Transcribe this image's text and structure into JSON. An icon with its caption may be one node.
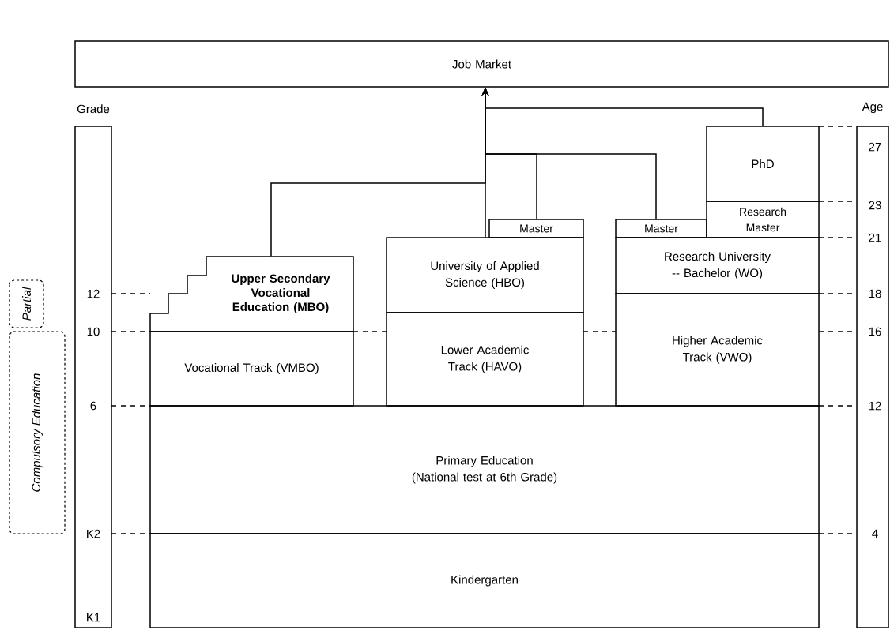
{
  "diagram": {
    "nodes": [
      {
        "text": [
          "Job Market"
        ]
      },
      {
        "text": [
          "Grade"
        ]
      },
      {
        "text": [
          "Age"
        ]
      },
      {
        "text": [
          "Partial"
        ]
      },
      {
        "text": [
          "Compulsory Education"
        ]
      },
      {
        "text": [
          "Upper Secondary Vocational Education (MBO)"
        ]
      },
      {
        "text": [
          "Vocational Track (VMBO)"
        ]
      },
      {
        "text": [
          "University of Applied Science (HBO)"
        ]
      },
      {
        "text": [
          "Master"
        ]
      },
      {
        "text": [
          "Lower Academic Track (HAVO)"
        ]
      },
      {
        "text": [
          "Master"
        ]
      },
      {
        "text": [
          "Research Master"
        ]
      },
      {
        "text": [
          "PhD"
        ]
      },
      {
        "text": [
          "Research University -- Bachelor (WO)"
        ]
      },
      {
        "text": [
          "Higher Academic Track (VWO)"
        ]
      },
      {
        "text": [
          "Primary Education (National test at 6th Grade)"
        ]
      },
      {
        "text": [
          "Kindergarten"
        ]
      }
    ],
    "edges": [
      {
        "from": 5,
        "to": 0,
        "arrow": "to"
      },
      {
        "from": 7,
        "to": 0,
        "arrow": "to"
      },
      {
        "from": 8,
        "to": 0,
        "arrow": "to"
      },
      {
        "from": 10,
        "to": 0,
        "arrow": "to"
      },
      {
        "from": 12,
        "to": 0,
        "arrow": "to"
      }
    ],
    "labels": [
      "27",
      "23",
      "12",
      "21",
      "10",
      "18",
      "16",
      "6",
      "12",
      "K2",
      "4",
      "K1"
    ]
  }
}
